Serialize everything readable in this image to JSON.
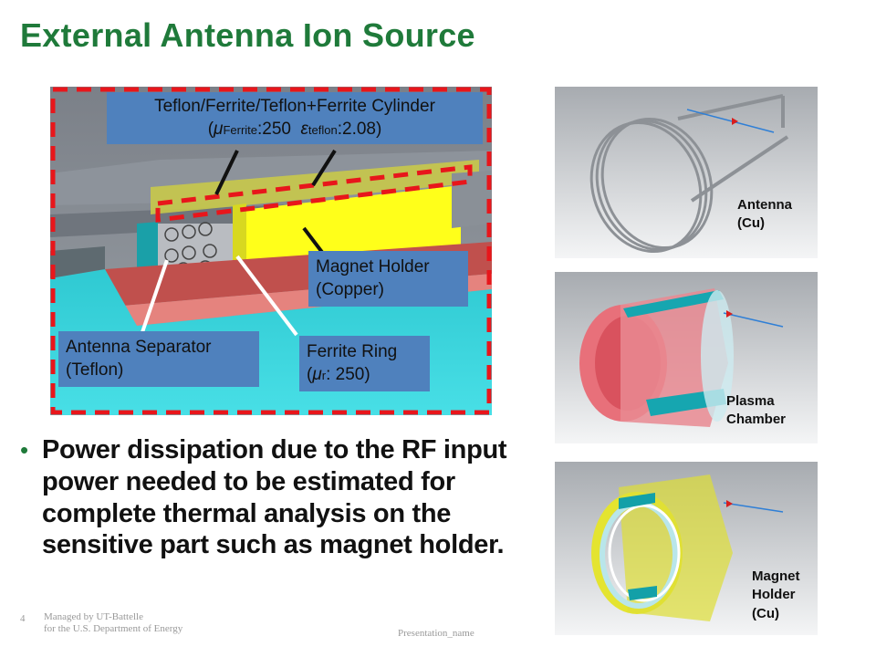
{
  "slide": {
    "title": "External Antenna Ion Source",
    "bullet": "Power dissipation due to the RF input power needed to be estimated for complete thermal analysis on the sensitive part such as magnet holder.",
    "page_number": "4",
    "footer_line1": "Managed by UT-Battelle",
    "footer_line2": "for the U.S. Department of Energy",
    "footer_center": "Presentation_name"
  },
  "callouts": {
    "cylinder_line1": "Teflon/Ferrite/Teflon+Ferrite Cylinder",
    "cylinder_mu": "μ",
    "cylinder_mu_sub": "Ferrite",
    "cylinder_mu_val": ":250",
    "cylinder_eps": "ε",
    "cylinder_eps_sub": "teflon",
    "cylinder_eps_val": ":2.08",
    "magnet_holder_line1": "Magnet Holder",
    "magnet_holder_line2": "(Copper)",
    "separator_line1": "Antenna Separator",
    "separator_line2": "(Teflon)",
    "ferrite_line1": "Ferrite Ring",
    "ferrite_mu": "μ",
    "ferrite_sub": "r",
    "ferrite_val": ": 250"
  },
  "panels": {
    "antenna_line1": "Antenna",
    "antenna_line2": "(Cu)",
    "plasma_line1": "Plasma",
    "plasma_line2": "Chamber",
    "magnet_line1": "Magnet",
    "magnet_line2": "Holder (Cu)"
  },
  "colors": {
    "title_green": "#1f7a3a",
    "callout_blue": "#4f81bd",
    "dashed_red": "#e8161b",
    "cyan": "#35d3dc",
    "yellow": "#ffff00",
    "copper_red": "#c0504d"
  }
}
